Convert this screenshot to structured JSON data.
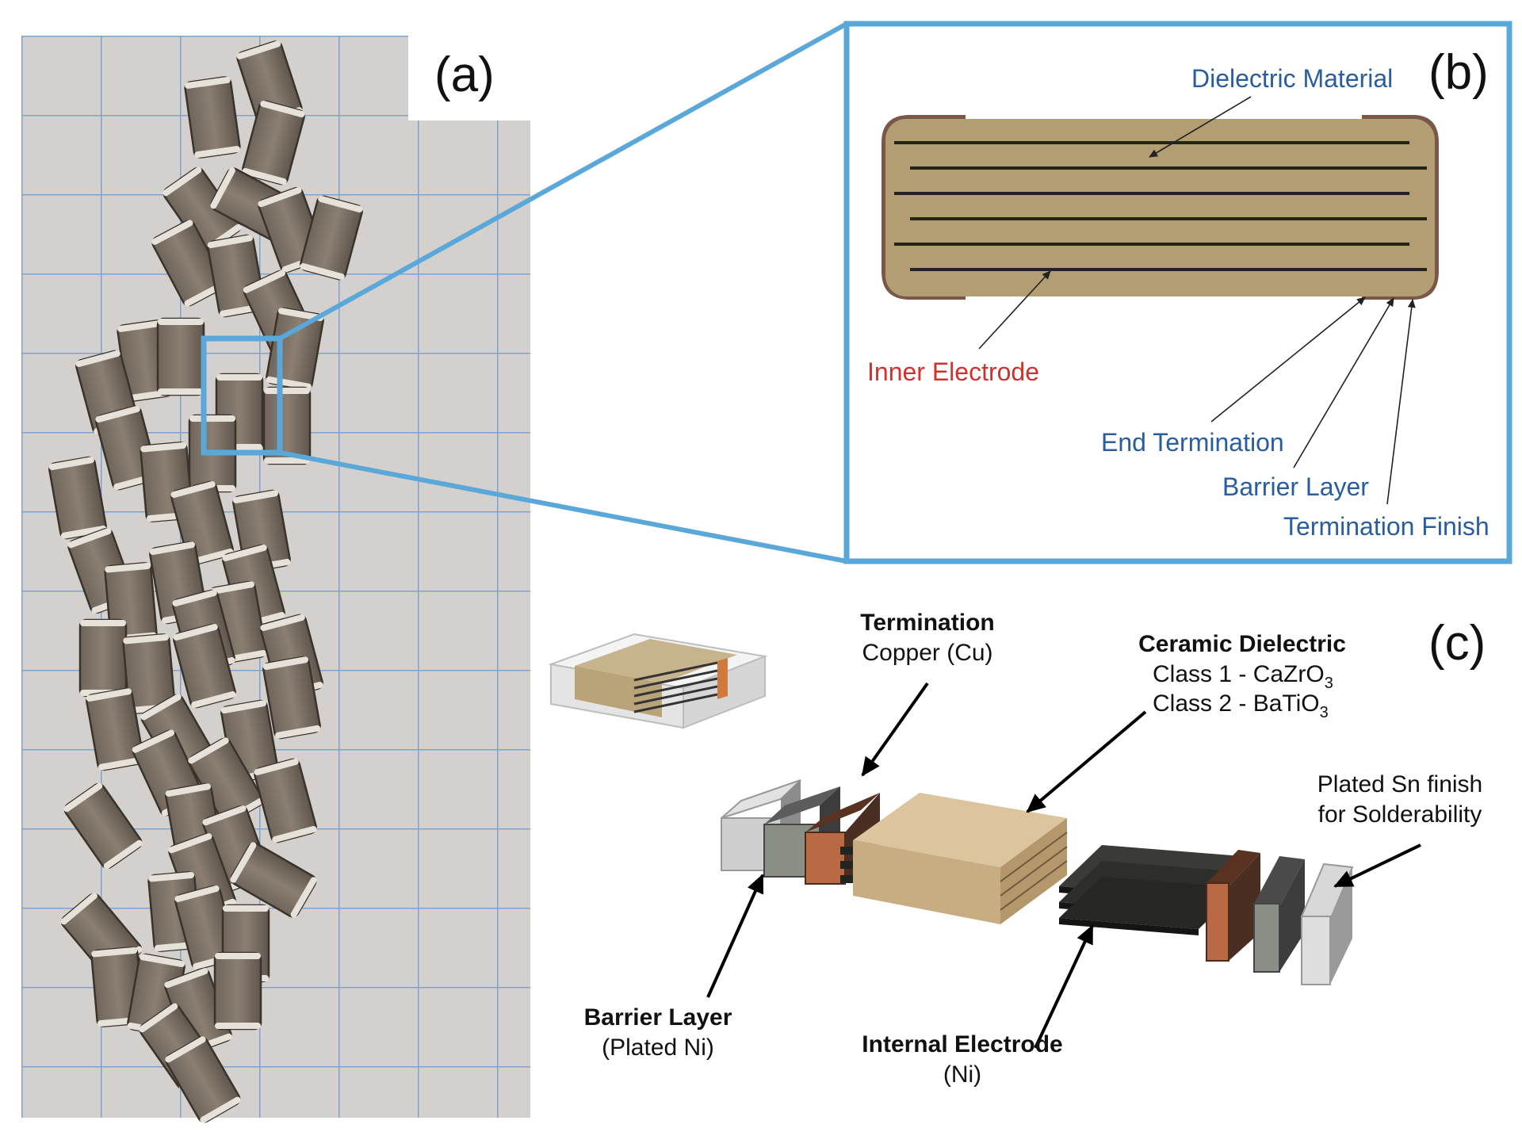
{
  "panels": {
    "a": {
      "label": "(a)"
    },
    "b": {
      "label": "(b)"
    },
    "c": {
      "label": "(c)"
    }
  },
  "panel_b": {
    "dielectric_material": "Dielectric Material",
    "inner_electrode": "Inner Electrode",
    "end_termination": "End Termination",
    "barrier_layer": "Barrier Layer",
    "termination_finish": "Termination Finish"
  },
  "panel_c": {
    "termination_title": "Termination",
    "termination_material": "Copper (Cu)",
    "ceramic_title": "Ceramic Dielectric",
    "class1_prefix": "Class 1 - CaZrO",
    "class1_sub": "3",
    "class2_prefix": "Class 2 - BaTiO",
    "class2_sub": "3",
    "plated_line1": "Plated Sn finish",
    "plated_line2": "for Solderability",
    "barrier_title": "Barrier Layer",
    "barrier_material": "(Plated Ni)",
    "electrode_title": "Internal Electrode",
    "electrode_material": "(Ni)"
  },
  "colors": {
    "highlight_blue": "#5aa7d9",
    "dielectric_tan": "#b29e72",
    "electrode_dark": "#23231f",
    "copper": "#9a5a3c"
  }
}
